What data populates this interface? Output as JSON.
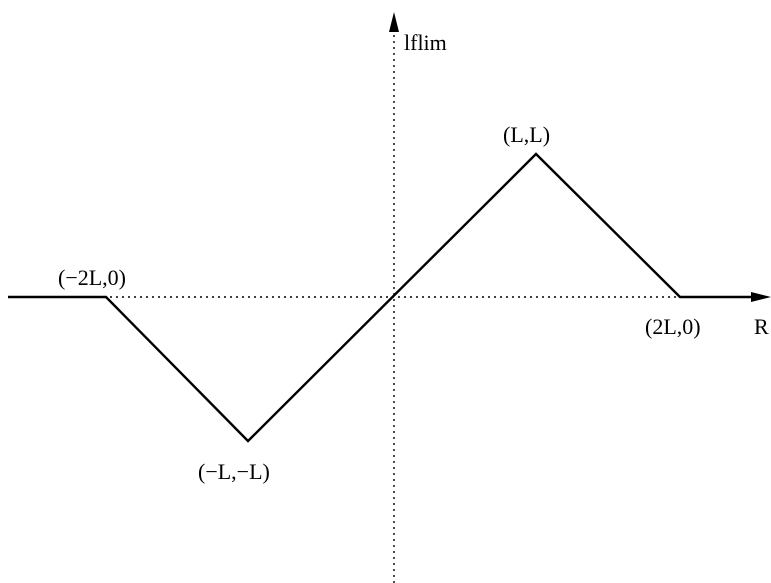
{
  "axes": {
    "x_label": "R",
    "y_label": "lflim",
    "axis_line_style": "dotted",
    "axis_color": "#000000"
  },
  "curve": {
    "color": "#000000",
    "points": [
      {
        "label": ""
      },
      {
        "label": "(−2L,0)"
      },
      {
        "label": "(−L,−L)"
      },
      {
        "label": ""
      },
      {
        "label": "(L,L)"
      },
      {
        "label": "(2L,0)"
      },
      {
        "label": ""
      }
    ]
  }
}
